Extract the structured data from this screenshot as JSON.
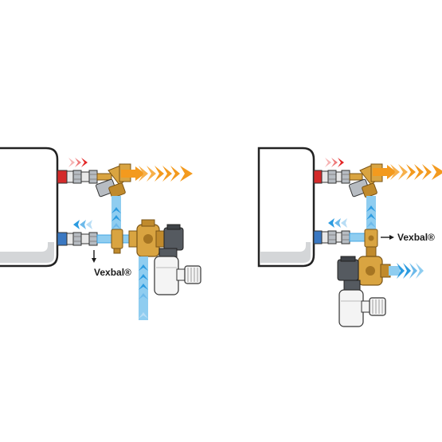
{
  "diagrams": [
    {
      "id": "left",
      "label": "Vexbal®",
      "label_position": "below-valve"
    },
    {
      "id": "right",
      "label": "Vexbal®",
      "label_position": "right-of-valve"
    }
  ],
  "colors": {
    "hot_flow": "#f39a1e",
    "hot_inlet": "#e32626",
    "cold_flow": "#2b9be0",
    "cold_pipe": "#8fcdf0",
    "brass": "#d9a441",
    "brass_dark": "#a67522",
    "fitting_blue": "#3a78c2",
    "fitting_red": "#d42a2a",
    "nut_grey": "#b7bcc2",
    "siphon_white": "#f4f4f4",
    "body_dark": "#555a60",
    "tank_outline": "#222222",
    "tank_shadow": "#d4d6d8"
  },
  "icons": {
    "tank": "water-heater-tank-shape",
    "flow_hot": "orange-chevron-arrow",
    "flow_cold": "blue-chevron-arrow",
    "valve": "brass-safety-valve",
    "siphon": "white-drain-siphon"
  }
}
